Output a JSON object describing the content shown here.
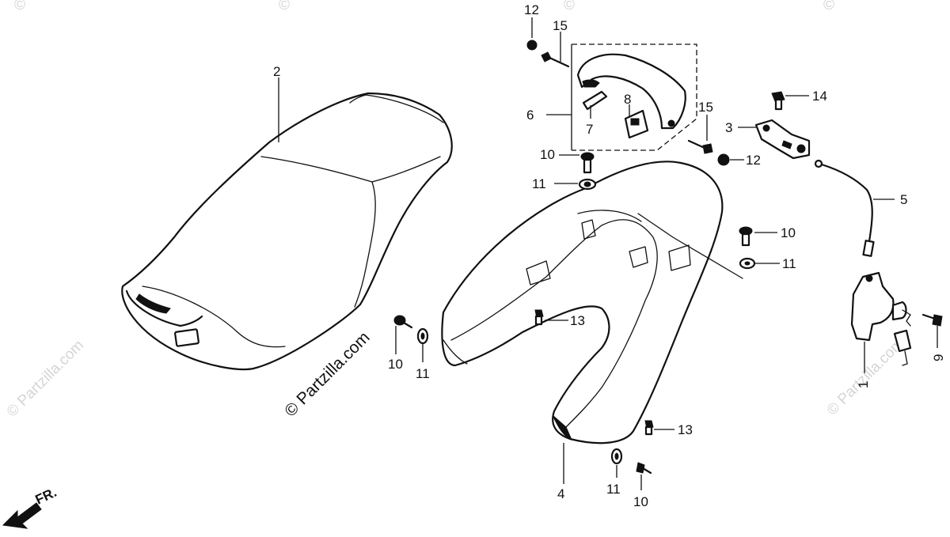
{
  "callouts": {
    "c1": "1",
    "c2": "2",
    "c3": "3",
    "c4": "4",
    "c5": "5",
    "c6": "6",
    "c7": "7",
    "c8": "8",
    "c9": "9",
    "c10_a": "10",
    "c10_b": "10",
    "c10_c": "10",
    "c10_d": "10",
    "c11_a": "11",
    "c11_b": "11",
    "c11_c": "11",
    "c11_d": "11",
    "c12_a": "12",
    "c12_b": "12",
    "c13_a": "13",
    "c13_b": "13",
    "c14": "14",
    "c15_a": "15",
    "c15_b": "15"
  },
  "watermark": {
    "main": "© Partzilla.com",
    "faint": "© Partzilla.com",
    "corner": "©"
  },
  "direction": {
    "label": "FR."
  }
}
